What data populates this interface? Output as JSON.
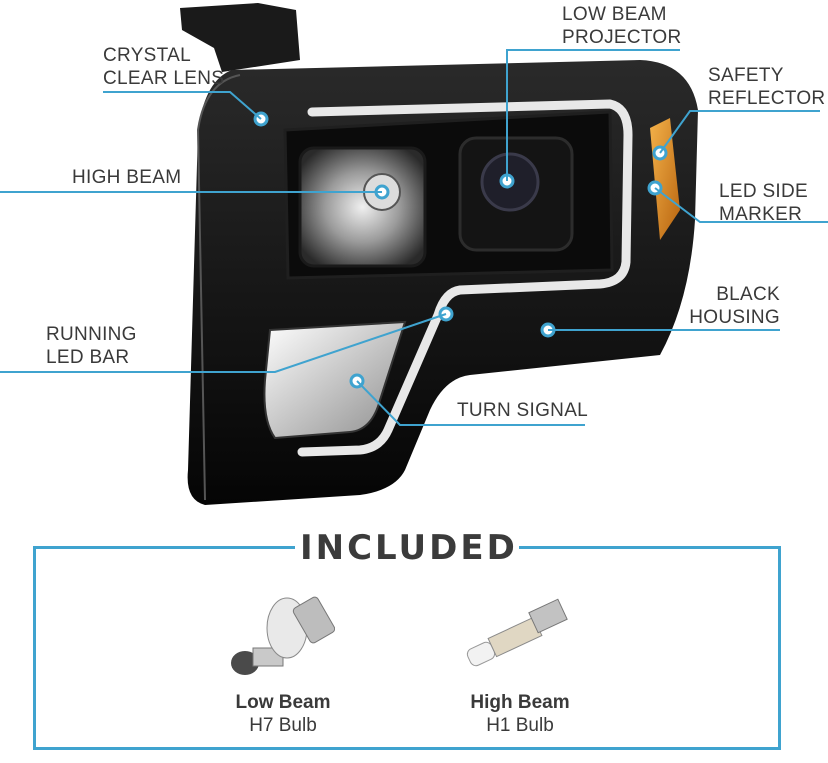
{
  "callouts": {
    "crystal_clear_lens": [
      "CRYSTAL",
      "CLEAR LENS"
    ],
    "low_beam_projector": [
      "LOW BEAM",
      "PROJECTOR"
    ],
    "safety_reflector": [
      "SAFETY",
      "REFLECTOR"
    ],
    "high_beam": [
      "HIGH BEAM"
    ],
    "led_side_marker": [
      "LED SIDE",
      "MARKER"
    ],
    "black_housing": [
      "BLACK",
      "HOUSING"
    ],
    "running_led_bar": [
      "RUNNING",
      "LED BAR"
    ],
    "turn_signal": [
      "TURN SIGNAL"
    ]
  },
  "included": {
    "title": "INCLUDED",
    "bulbs": [
      {
        "name": "Low Beam",
        "type": "H7 Bulb"
      },
      {
        "name": "High Beam",
        "type": "H1 Bulb"
      }
    ]
  },
  "colors": {
    "accent": "#3fa3cf",
    "text": "#3a3a3a",
    "housing": "#0d0d0d",
    "amber": "#d98a1e"
  }
}
